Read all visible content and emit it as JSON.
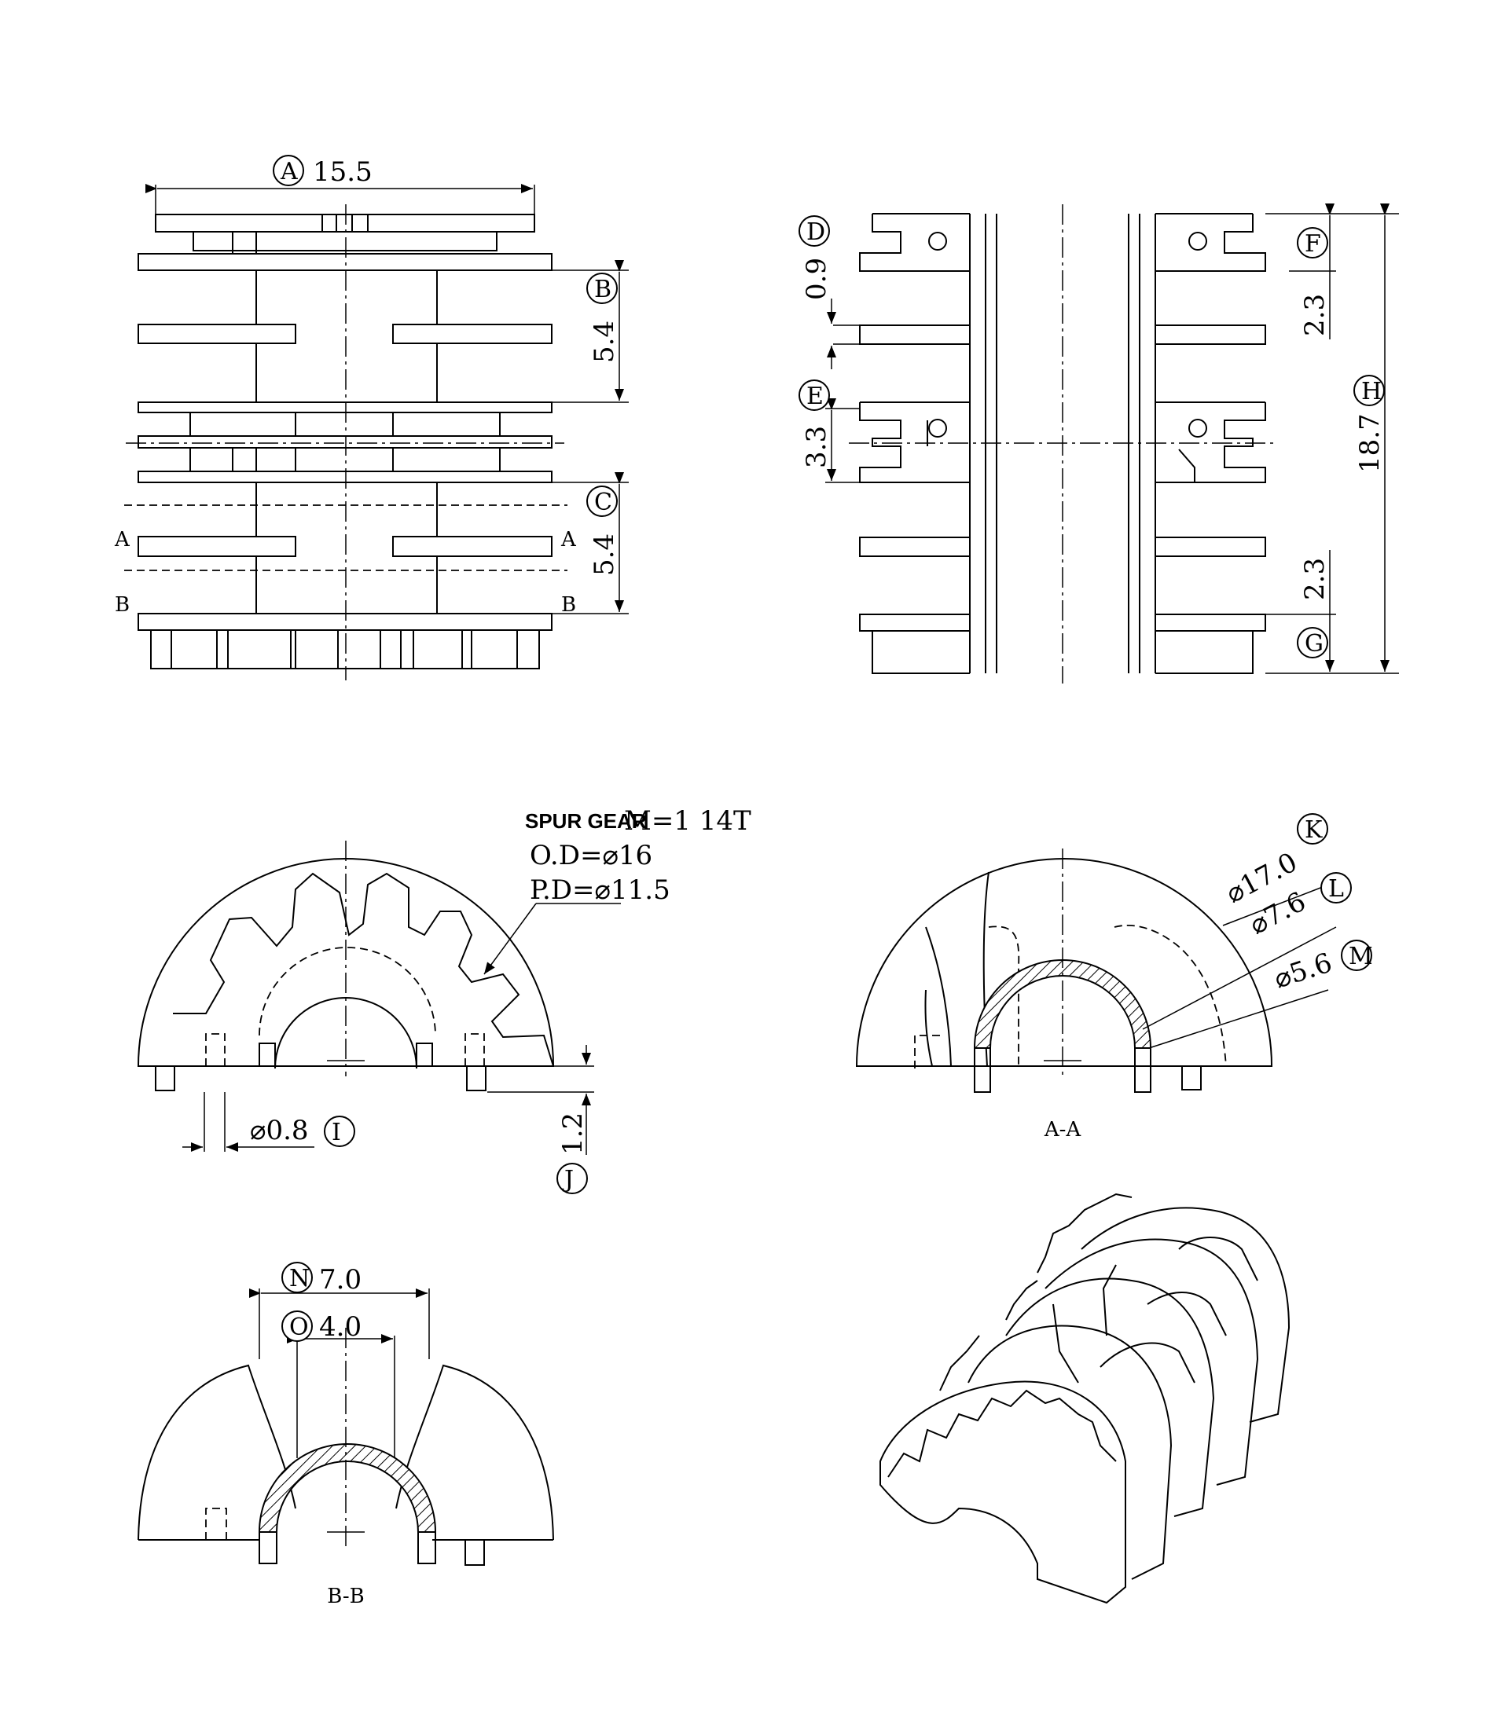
{
  "front_view": {
    "width": {
      "tag": "A",
      "value": "15.5"
    },
    "upper_section": {
      "tag": "B",
      "value": "5.4"
    },
    "lower_section": {
      "tag": "C",
      "value": "5.4"
    },
    "section_a": "A",
    "section_b": "B"
  },
  "side_view": {
    "d": {
      "tag": "D",
      "value": "0.9"
    },
    "e": {
      "tag": "E",
      "value": "3.3"
    },
    "f": {
      "tag": "F",
      "value": "2.3"
    },
    "g": {
      "tag": "G",
      "value": "2.3"
    },
    "h": {
      "tag": "H",
      "value": "18.7"
    }
  },
  "gear_view": {
    "spec_prefix": "SPUR GEAR",
    "spec": "M=1  14T",
    "od": "O.D=⌀16",
    "pd": "P.D=⌀11.5",
    "pin": {
      "tag": "I",
      "value": "⌀0.8"
    },
    "height": {
      "tag": "J",
      "value": "1.2"
    }
  },
  "section_aa": {
    "title": "A-A",
    "k": {
      "tag": "K",
      "value": "⌀17.0"
    },
    "l": {
      "tag": "L",
      "value": "⌀7.6"
    },
    "m": {
      "tag": "M",
      "value": "⌀5.6"
    }
  },
  "section_bb": {
    "title": "B-B",
    "n": {
      "tag": "N",
      "value": "7.0"
    },
    "o": {
      "tag": "O",
      "value": "4.0"
    }
  }
}
